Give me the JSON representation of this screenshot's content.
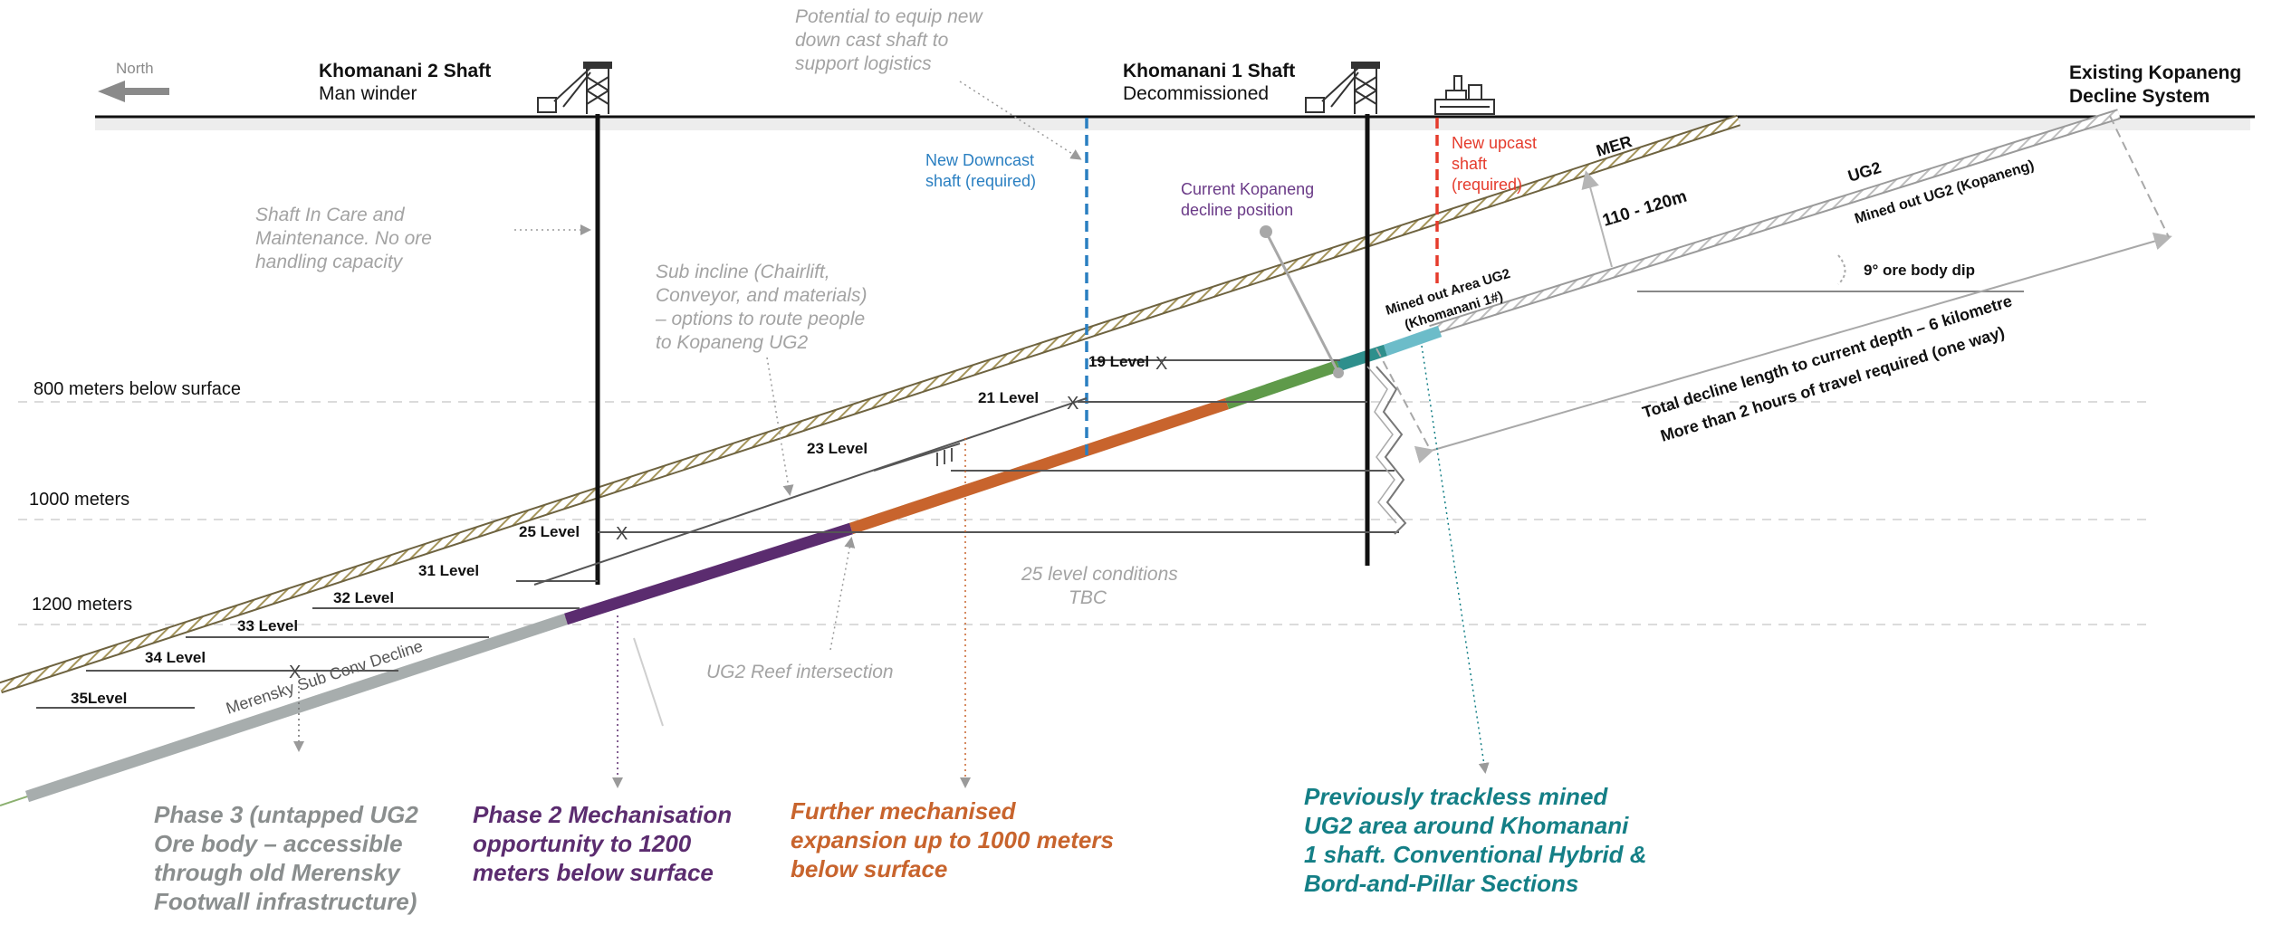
{
  "north": {
    "label": "North"
  },
  "shafts": {
    "k2": {
      "title": "Khomanani 2 Shaft",
      "subtitle": "Man winder"
    },
    "k1": {
      "title": "Khomanani 1 Shaft",
      "subtitle": "Decommissioned"
    },
    "kopaneng": {
      "line1": "Existing Kopaneng",
      "line2": "Decline System"
    }
  },
  "notes": {
    "potential": [
      "Potential to equip new",
      "down cast shaft to",
      "support logistics"
    ],
    "new_downcast": [
      "New Downcast",
      "shaft (required)"
    ],
    "new_upcast": [
      "New upcast",
      "shaft",
      "(required)"
    ],
    "current_decline": [
      "Current Kopaneng",
      "decline position"
    ],
    "care_maintenance": [
      "Shaft In Care and",
      "Maintenance. No ore",
      "handling capacity"
    ],
    "sub_incline": [
      "Sub incline (Chairlift,",
      "Conveyor, and materials)",
      "– options to route people",
      "to Kopaneng UG2"
    ],
    "level25_conditions": [
      "25 level conditions",
      "TBC"
    ],
    "ug2_reef": "UG2 Reef intersection"
  },
  "depths": {
    "d800": "800 meters below surface",
    "d1000": "1000 meters",
    "d1200": "1200 meters"
  },
  "levels": {
    "l19": "19 Level",
    "l21": "21 Level",
    "l23": "23 Level",
    "l25": "25 Level",
    "l31": "31 Level",
    "l32": "32 Level",
    "l33": "33 Level",
    "l34": "34 Level",
    "l35": "35Level"
  },
  "geometry_labels": {
    "mer": "MER",
    "ug2": "UG2",
    "distance": "110 - 120m",
    "mined_out_kopaneng": "Mined out UG2 (Kopaneng)",
    "dip": "9° ore body dip",
    "mined_out_k1": [
      "Mined out Area UG2",
      "(Khomanani 1#)"
    ],
    "decline_length": [
      "Total decline length to current depth – 6 kilometre",
      "More than 2 hours of travel required (one way)"
    ],
    "merensky_decline": "Merensky Sub Conv Decline"
  },
  "phases": {
    "phase3": [
      "Phase 3 (untapped UG2",
      "Ore body – accessible",
      "through old Merensky",
      "Footwall infrastructure)"
    ],
    "phase2": [
      "Phase 2 Mechanisation",
      "opportunity to 1200",
      "meters below surface"
    ],
    "further": [
      "Further mechanised",
      "expansion up to 1000 meters",
      "below surface"
    ],
    "previous": [
      "Previously trackless mined",
      "UG2 area around Khomanani",
      "1 shaft. Conventional Hybrid &",
      "Bord-and-Pillar Sections"
    ]
  },
  "colors": {
    "surface": "#111111",
    "phase3": "#8a8e8e",
    "phase2": "#5b2c6f",
    "further": "#c8642d",
    "previous": "#147f86",
    "green_segment": "#5f9a4a",
    "teal_segment": "#2e8f8c",
    "downcast": "#2a7fc1",
    "upcast": "#e53b2c",
    "note_grey": "#a3a3a3",
    "purple_note": "#6a3a87",
    "mer_band": "#a4945a"
  }
}
